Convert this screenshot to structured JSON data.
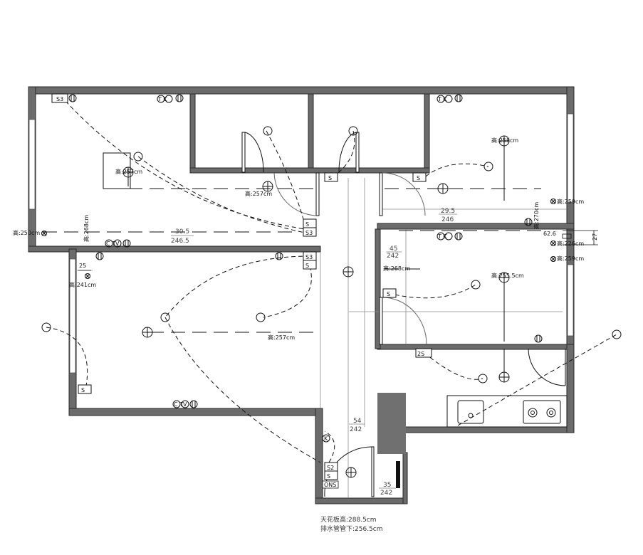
{
  "heights": {
    "left_room_wall": "高:250cm",
    "left_room_center": "高:257cm",
    "left_room_hall": "高:257cm",
    "right_top_room": "高:258cm",
    "right_top_wall": "高:259cm",
    "right_mid_wall_a": "高:226cm",
    "right_mid_wall_b": "高:259cm",
    "right_mid_room": "高:255.5cm",
    "living": "高:257cm",
    "left_window": "高:241cm",
    "corridor_beam": "高:268cm",
    "beam_vertical_a": "高:268cm",
    "beam_vertical_b": "高:270cm"
  },
  "dimensions": {
    "left_beam_w": "30.5",
    "left_beam_h": "246.5",
    "right_beam_w": "29.5",
    "right_beam_h": "246",
    "corridor_w": "45",
    "corridor_h": "242",
    "small_w": "25",
    "bath_w": "54",
    "bath_h": "242",
    "laundry_w": "35",
    "laundry_h": "242",
    "right_62": "62.6",
    "right_27": "27"
  },
  "symbols": {
    "switch": "S",
    "switch3": "S3",
    "switch2": "S2",
    "switch_25": "2S",
    "tc": "T C",
    "ctv": "C TV",
    "k": "K",
    "ons": "ONS"
  },
  "notes": {
    "ceiling": "天花板高:288.5cm",
    "pipe": "排水管管下:256.5cm"
  },
  "colors": {
    "wall": "#6b6b6b",
    "wall_edge": "#2a2a2a",
    "dark_block": "#707070",
    "line": "#111111",
    "guide": "#8c8c8c"
  }
}
